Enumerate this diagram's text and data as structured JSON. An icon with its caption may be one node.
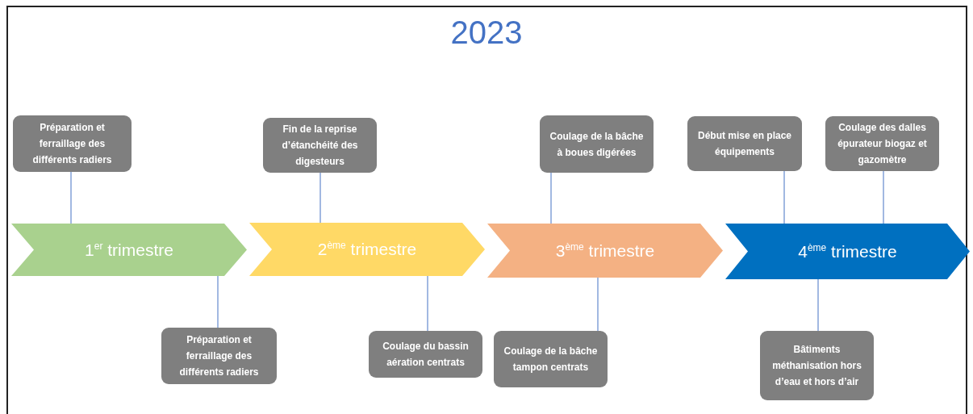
{
  "diagram": {
    "title": "2023",
    "nodes": [
      {
        "text": [
          "1$^{er}$ trimestre"
        ]
      },
      {
        "text": [
          "2$^{ème}$ trimestre"
        ]
      },
      {
        "text": [
          "3$^{ème}$ trimestre"
        ]
      },
      {
        "text": [
          "4$^{ème}$ trimestre"
        ]
      },
      {
        "text": [
          "Préparation et ferraillage des différents radiers"
        ]
      },
      {
        "text": [
          "Préparation et ferraillage des différents radiers"
        ]
      },
      {
        "text": [
          "Fin de la reprise d’étanchéité des digesteurs"
        ]
      },
      {
        "text": [
          "Coulage du bassin aération centrats"
        ]
      },
      {
        "text": [
          "Coulage de la bâche tampon centrats"
        ]
      },
      {
        "text": [
          "Coulage de la bâche à boues digérées"
        ]
      },
      {
        "text": [
          "Début mise en place équipements"
        ]
      },
      {
        "text": [
          "Bâtiments méthanisation hors d’eau et hors d’air"
        ]
      },
      {
        "text": [
          "Coulage des dalles épurateur biogaz et gazomètre"
        ]
      }
    ],
    "edges": [
      {
        "from": 4,
        "to": 0,
        "arrow": "none"
      },
      {
        "from": 5,
        "to": 0,
        "arrow": "none"
      },
      {
        "from": 6,
        "to": 1,
        "arrow": "none"
      },
      {
        "from": 7,
        "to": 1,
        "arrow": "none"
      },
      {
        "from": 8,
        "to": 2,
        "arrow": "none"
      },
      {
        "from": 9,
        "to": 2,
        "arrow": "none"
      },
      {
        "from": 10,
        "to": 3,
        "arrow": "none"
      },
      {
        "from": 11,
        "to": 3,
        "arrow": "none"
      },
      {
        "from": 12,
        "to": 3,
        "arrow": "none"
      }
    ]
  }
}
